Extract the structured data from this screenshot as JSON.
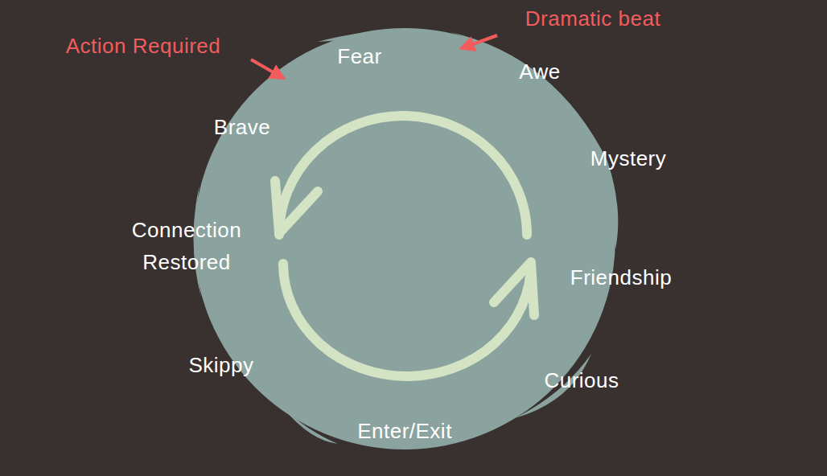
{
  "diagram": {
    "labels": [
      "Action Required",
      "Dramatic beat",
      "Fear",
      "Awe",
      "Mystery",
      "Brave",
      "Connection Restored",
      "Friendship",
      "Skippy",
      "Curious",
      "Enter/Exit"
    ]
  }
}
